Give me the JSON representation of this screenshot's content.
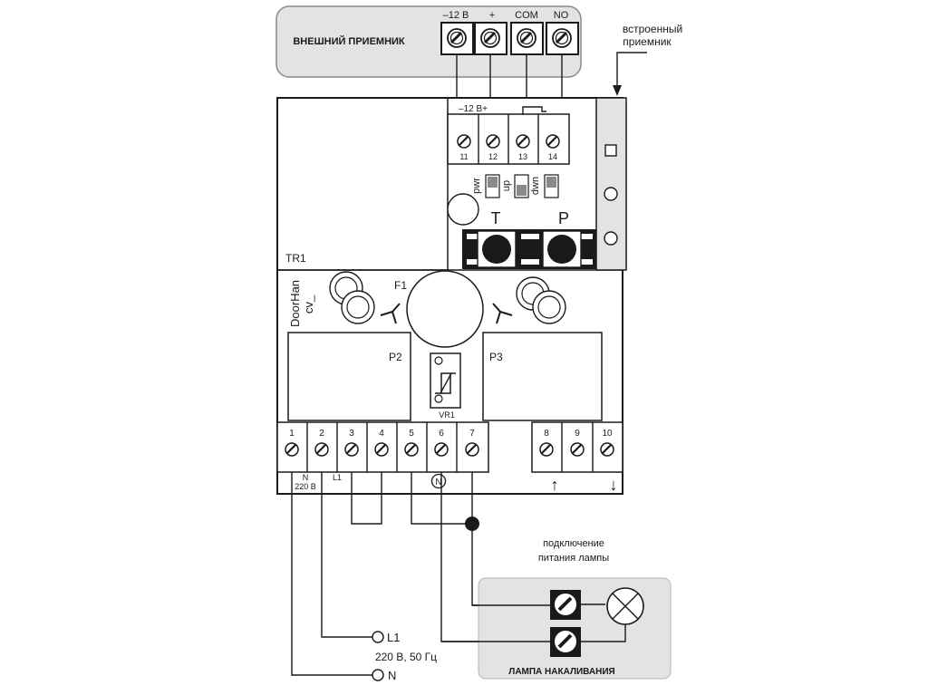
{
  "external_receiver": {
    "title": "ВНЕШНИЙ ПРИЕМНИК",
    "terminals": [
      "–12 В",
      "+",
      "COM",
      "NO"
    ]
  },
  "builtin_receiver": {
    "line1": "встроенный",
    "line2": "приемник"
  },
  "board": {
    "transformer": "TR1",
    "top_supply": "–12 В+",
    "top_terminals": [
      "11",
      "12",
      "13",
      "14"
    ],
    "switches": [
      "pwr",
      "up",
      "dwn"
    ],
    "buttons": [
      "T",
      "P"
    ],
    "fuse": "F1",
    "brand": "DoorHan",
    "model": "cv_",
    "relay_left": "P2",
    "relay_right": "P3",
    "varistor": "VR1",
    "bottom_terminals": [
      "1",
      "2",
      "3",
      "4",
      "5",
      "6",
      "7",
      "8",
      "9",
      "10"
    ],
    "neutral_marker": "N",
    "supply_n": "N",
    "supply_voltage": "220 В",
    "supply_l1": "L1",
    "arrow_up": "↑",
    "arrow_down": "↓"
  },
  "mains": {
    "l1": "L1",
    "voltage": "220 В, 50 Гц",
    "n": "N"
  },
  "lamp": {
    "note_line1": "подключение",
    "note_line2": "питания лампы",
    "title": "ЛАМПА НАКАЛИВАНИЯ"
  },
  "colors": {
    "panel": "#e3e3e3",
    "panel_stroke": "#8a8a8a",
    "ink": "#1a1a1a",
    "switch": "#8a8a8a"
  }
}
